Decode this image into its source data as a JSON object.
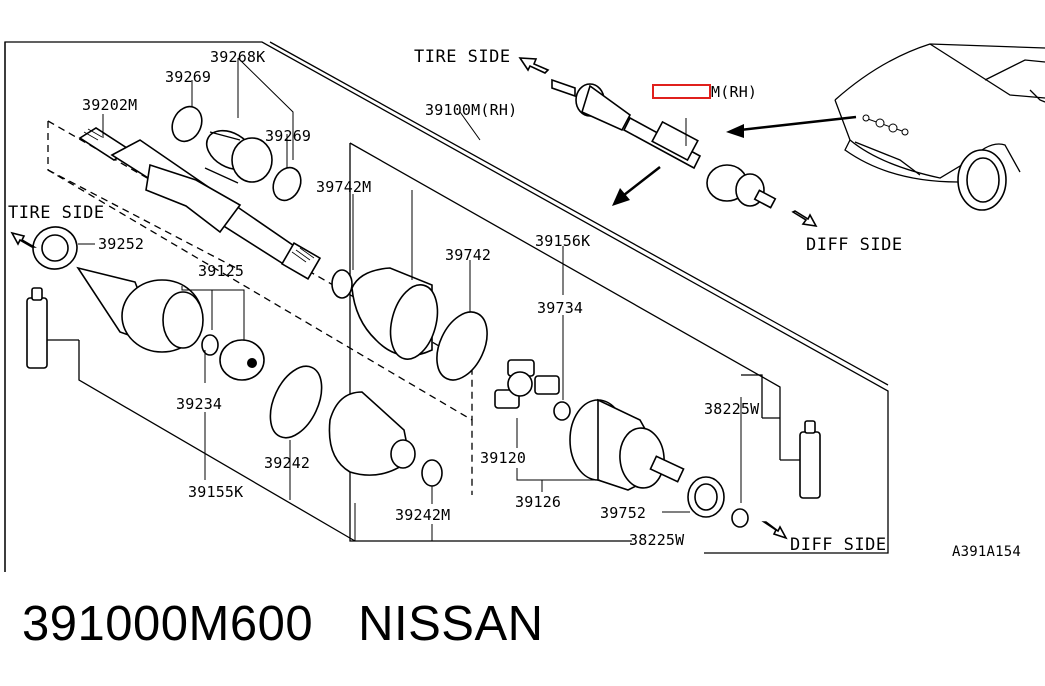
{
  "diagram": {
    "directions": {
      "tire_side_left": "TIRE SIDE",
      "tire_side_top": "TIRE SIDE",
      "diff_side_right": "DIFF SIDE",
      "diff_side_bottom": "DIFF SIDE"
    },
    "labels": {
      "p39268K": "39268K",
      "p39269_a": "39269",
      "p39269_b": "39269",
      "p39202M": "39202M",
      "p39100M_RH": "39100M(RH)",
      "p39742M": "39742M",
      "p39742": "39742",
      "p39156K": "39156K",
      "p39734": "39734",
      "p39252": "39252",
      "p39125": "39125",
      "p39234": "39234",
      "p39242": "39242",
      "p39155K": "39155K",
      "p39242M": "39242M",
      "p39120": "39120",
      "p39126": "39126",
      "p39752": "39752",
      "p38225W_a": "38225W",
      "p38225W_b": "38225W",
      "inset_part_suffix": "M(RH)",
      "figure_code": "A391A154"
    },
    "highlight_color": "#e0201c"
  },
  "caption": {
    "part_number": "391000M600",
    "brand": "NISSAN"
  }
}
